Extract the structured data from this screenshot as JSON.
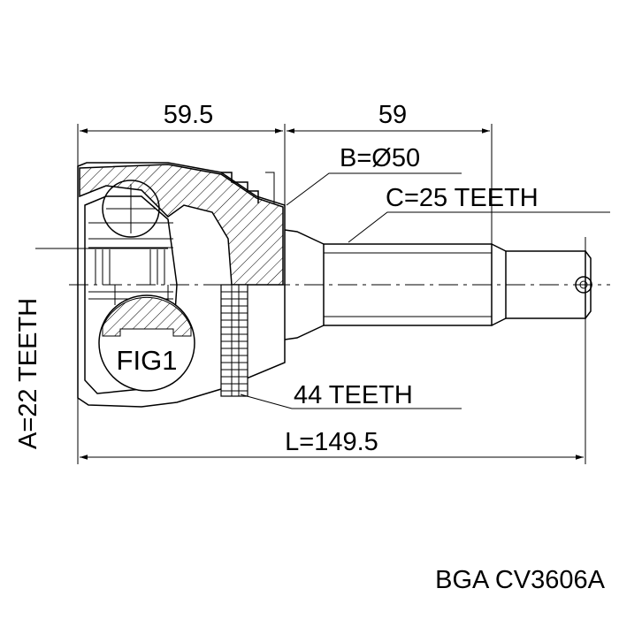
{
  "dimensions": {
    "joint_length": "59.5",
    "shaft_length": "59",
    "total_length": "L=149.5"
  },
  "callouts": {
    "b_diameter": "B=Ø50",
    "c_teeth": "C=25 TEETH",
    "abs_teeth": "44 TEETH",
    "a_teeth": "A=22 TEETH",
    "fig_label": "FIG1"
  },
  "caption": {
    "brand": "BGA",
    "part_number": "CV3606A"
  },
  "colors": {
    "line": "#000000",
    "background": "#ffffff"
  }
}
